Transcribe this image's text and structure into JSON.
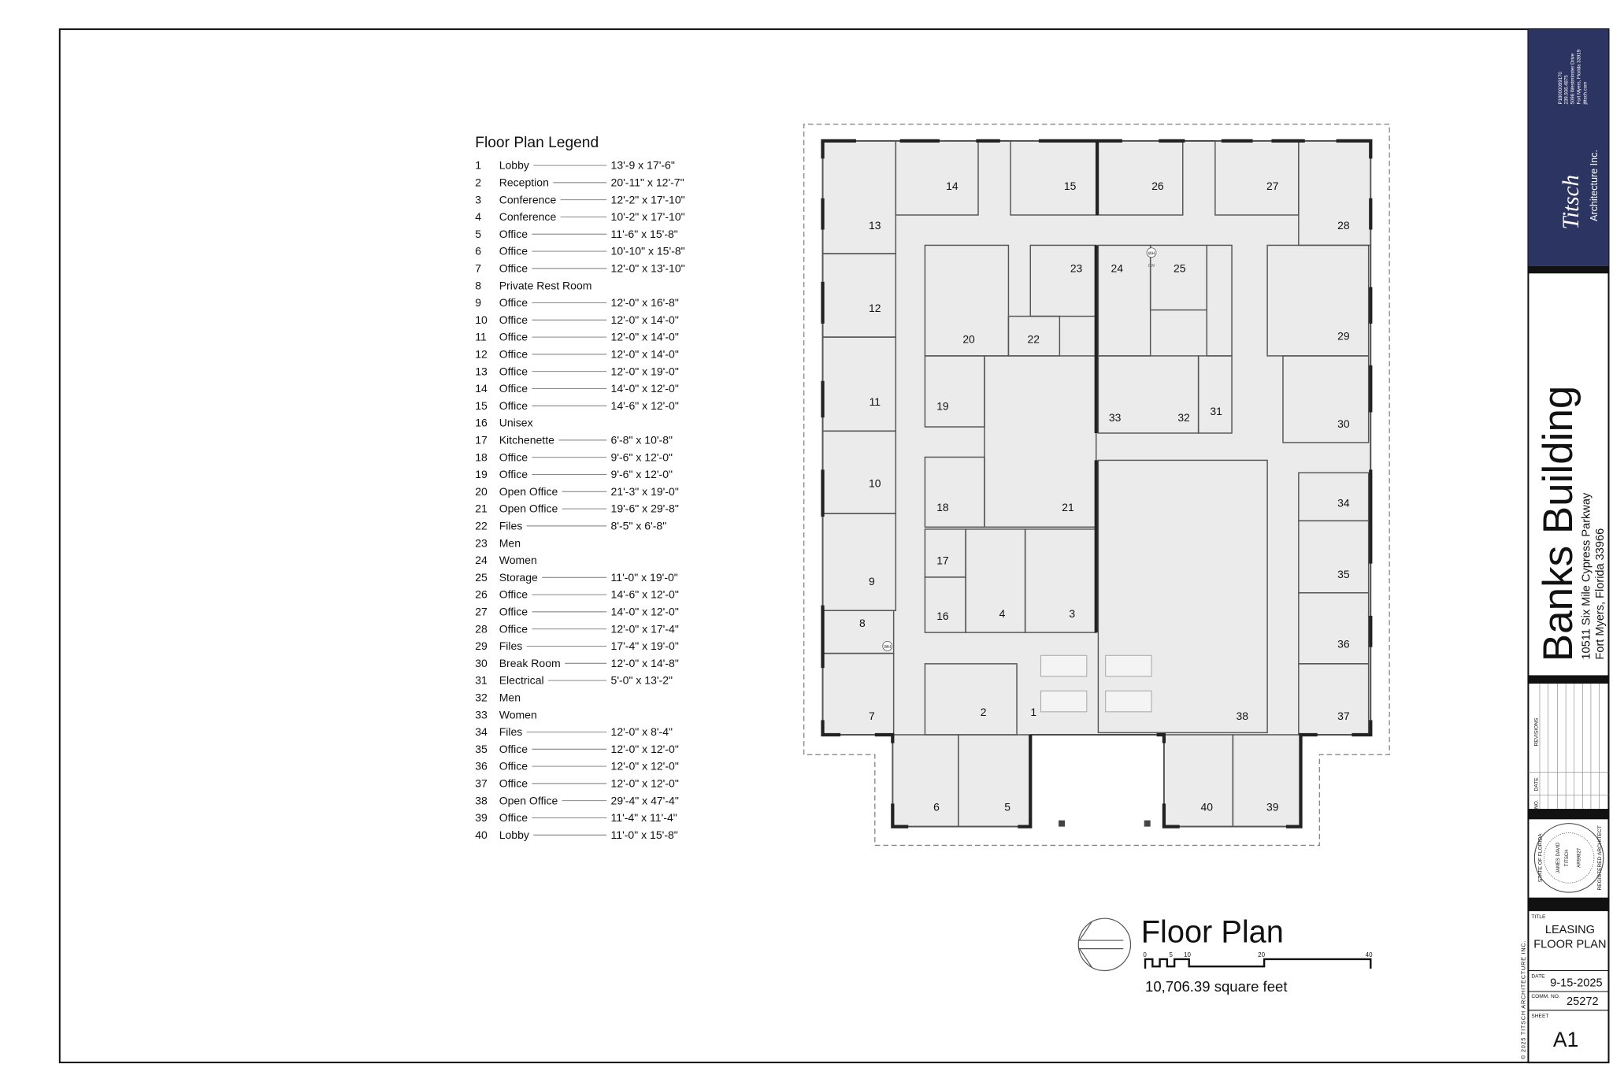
{
  "legend": {
    "title": "Floor Plan Legend",
    "items": [
      {
        "num": "1",
        "name": "Lobby",
        "dim": "13'-9 x 17'-6\""
      },
      {
        "num": "2",
        "name": "Reception",
        "dim": "20'-11\" x 12'-7\""
      },
      {
        "num": "3",
        "name": "Conference",
        "dim": "12'-2\" x 17'-10\""
      },
      {
        "num": "4",
        "name": "Conference",
        "dim": "10'-2\" x 17'-10\""
      },
      {
        "num": "5",
        "name": "Office",
        "dim": "11'-6\" x 15'-8\""
      },
      {
        "num": "6",
        "name": "Office",
        "dim": "10'-10\" x 15'-8\""
      },
      {
        "num": "7",
        "name": "Office",
        "dim": "12'-0\" x 13'-10\""
      },
      {
        "num": "8",
        "name": "Private Rest Room",
        "dim": ""
      },
      {
        "num": "9",
        "name": "Office",
        "dim": "12'-0\" x 16'-8\""
      },
      {
        "num": "10",
        "name": "Office",
        "dim": "12'-0\" x 14'-0\""
      },
      {
        "num": "11",
        "name": "Office",
        "dim": "12'-0\" x 14'-0\""
      },
      {
        "num": "12",
        "name": "Office",
        "dim": "12'-0\" x 14'-0\""
      },
      {
        "num": "13",
        "name": "Office",
        "dim": "12'-0\" x 19'-0\""
      },
      {
        "num": "14",
        "name": "Office",
        "dim": "14'-0\" x 12'-0\""
      },
      {
        "num": "15",
        "name": "Office",
        "dim": "14'-6\" x 12'-0\""
      },
      {
        "num": "16",
        "name": "Unisex",
        "dim": ""
      },
      {
        "num": "17",
        "name": "Kitchenette",
        "dim": "6'-8\" x 10'-8\""
      },
      {
        "num": "18",
        "name": "Office",
        "dim": "9'-6\" x 12'-0\""
      },
      {
        "num": "19",
        "name": "Office",
        "dim": "9'-6\" x 12'-0\""
      },
      {
        "num": "20",
        "name": "Open Office",
        "dim": "21'-3\" x 19'-0\""
      },
      {
        "num": "21",
        "name": "Open Office",
        "dim": "19'-6\" x 29'-8\""
      },
      {
        "num": "22",
        "name": "Files",
        "dim": "8'-5\" x 6'-8\""
      },
      {
        "num": "23",
        "name": "Men",
        "dim": ""
      },
      {
        "num": "24",
        "name": "Women",
        "dim": ""
      },
      {
        "num": "25",
        "name": "Storage",
        "dim": "11'-0\" x 19'-0\""
      },
      {
        "num": "26",
        "name": "Office",
        "dim": "14'-6\" x 12'-0\""
      },
      {
        "num": "27",
        "name": "Office",
        "dim": "14'-0\" x 12'-0\""
      },
      {
        "num": "28",
        "name": "Office",
        "dim": "12'-0\" x 17'-4\""
      },
      {
        "num": "29",
        "name": "Files",
        "dim": "17'-4\" x 19'-0\""
      },
      {
        "num": "30",
        "name": "Break Room",
        "dim": "12'-0\" x 14'-8\""
      },
      {
        "num": "31",
        "name": "Electrical",
        "dim": "5'-0\" x 13'-2\""
      },
      {
        "num": "32",
        "name": "Men",
        "dim": ""
      },
      {
        "num": "33",
        "name": "Women",
        "dim": ""
      },
      {
        "num": "34",
        "name": "Files",
        "dim": "12'-0\" x 8'-4\""
      },
      {
        "num": "35",
        "name": "Office",
        "dim": "12'-0\" x 12'-0\""
      },
      {
        "num": "36",
        "name": "Office",
        "dim": "12'-0\" x 12'-0\""
      },
      {
        "num": "37",
        "name": "Office",
        "dim": "12'-0\" x 12'-0\""
      },
      {
        "num": "38",
        "name": "Open Office",
        "dim": "29'-4\" x 47'-4\""
      },
      {
        "num": "39",
        "name": "Office",
        "dim": "11'-4\" x 11'-4\""
      },
      {
        "num": "40",
        "name": "Lobby",
        "dim": "11'-0\" x 15'-8\""
      }
    ]
  },
  "plan": {
    "fixtures": {
      "water_heater": "WH",
      "dishwasher": "DW"
    },
    "title": "Floor Plan",
    "scale_labels": [
      "0",
      "5",
      "10",
      "20",
      "40"
    ],
    "area": "10,706.39 square feet"
  },
  "title_block": {
    "brand_color": "#2c3461",
    "logo_text": "Titsch",
    "firm": "Architecture Inc.",
    "contact": [
      "P18000099170",
      "239.936.4875",
      "5098 Westminster Drive",
      "Fort Myers, Florida 33919",
      "jtitsch.com"
    ],
    "project": "Banks Building",
    "address1": "10511 Six Mile Cypress Parkway",
    "address2": "Fort Myers, Florida 33966",
    "revisions_label": "REVISIONS",
    "date_col_label": "DATE",
    "no_col_label": "NO.",
    "seal": {
      "outer_top": "STATE OF FLORIDA",
      "outer_bottom": "REGISTERED ARCHITECT",
      "name1": "JAMES DAVID",
      "name2": "TITSCH",
      "number": "AR99827"
    },
    "title_label": "TITLE",
    "title_line1": "LEASING",
    "title_line2": "FLOOR PLAN",
    "date_label": "DATE",
    "date": "9-15-2025",
    "comm_label": "COMM. NO.",
    "comm": "25272",
    "sheet_label": "SHEET",
    "sheet": "A1",
    "copyright": "© 2025 TITSCH ARCHITECTURE INC."
  }
}
